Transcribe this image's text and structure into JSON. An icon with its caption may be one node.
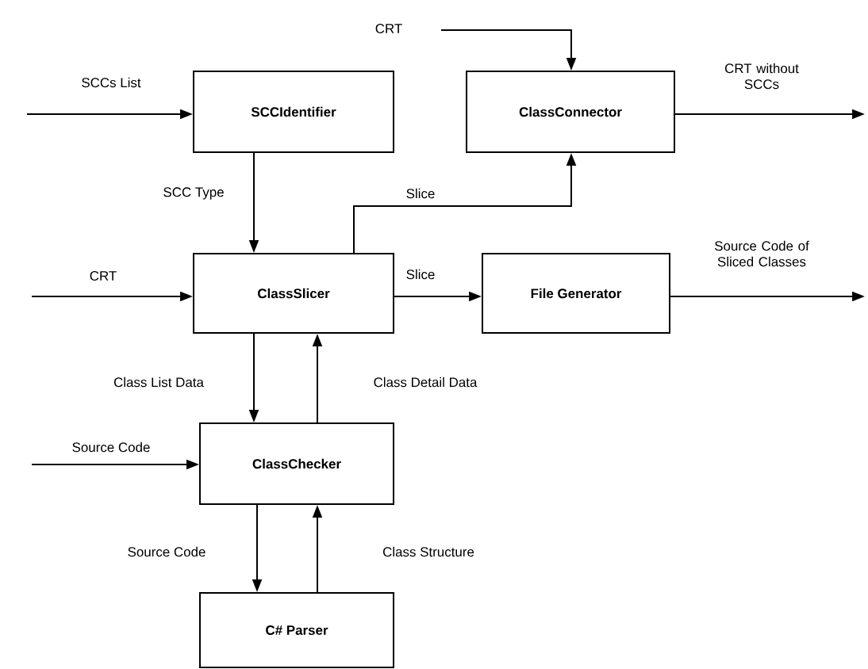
{
  "diagram": {
    "nodes": [
      {
        "text": [
          "SCCIdentifier"
        ]
      },
      {
        "text": [
          "ClassConnector"
        ]
      },
      {
        "text": [
          "ClassSlicer"
        ]
      },
      {
        "text": [
          "File Generator"
        ]
      },
      {
        "text": [
          "ClassChecker"
        ]
      },
      {
        "text": [
          "C# Parser"
        ]
      }
    ],
    "edges": [
      {
        "from": null,
        "to": 1,
        "arrow": "to",
        "label": "CRT"
      },
      {
        "from": null,
        "to": 0,
        "arrow": "to",
        "label": "SCCs List"
      },
      {
        "from": 1,
        "to": null,
        "arrow": "to",
        "label": "CRT without SCCs"
      },
      {
        "from": 0,
        "to": 2,
        "arrow": "to",
        "label": "SCC Type"
      },
      {
        "from": 2,
        "to": 1,
        "arrow": "to",
        "label": "Slice"
      },
      {
        "from": null,
        "to": 2,
        "arrow": "to",
        "label": "CRT"
      },
      {
        "from": 2,
        "to": 3,
        "arrow": "to",
        "label": "Slice"
      },
      {
        "from": 3,
        "to": null,
        "arrow": "to",
        "label": "Source Code of Sliced Classes"
      },
      {
        "from": 2,
        "to": 4,
        "arrow": "to",
        "label": "Class List Data"
      },
      {
        "from": 4,
        "to": 2,
        "arrow": "to",
        "label": "Class Detail Data"
      },
      {
        "from": null,
        "to": 4,
        "arrow": "to",
        "label": "Source Code"
      },
      {
        "from": 4,
        "to": 5,
        "arrow": "to",
        "label": "Source Code"
      },
      {
        "from": 5,
        "to": 4,
        "arrow": "to",
        "label": "Class Structure"
      }
    ]
  }
}
